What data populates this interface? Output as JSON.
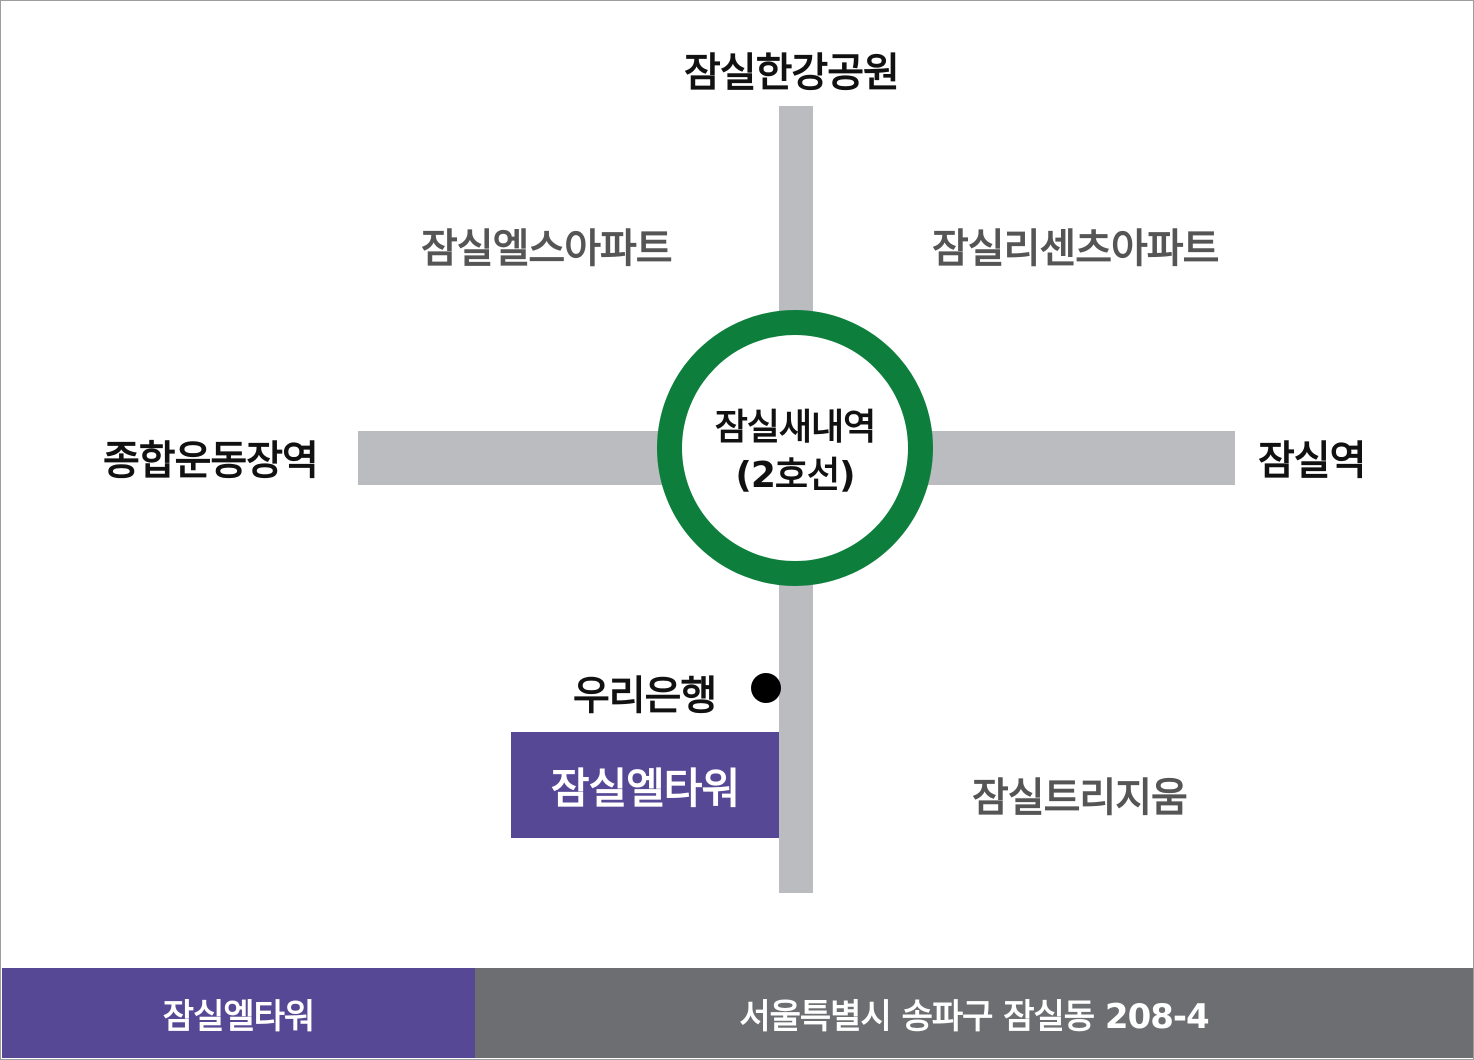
{
  "map": {
    "station": {
      "name": "잠실새내역",
      "line": "(2호선)",
      "line_color": "#0d7e3c"
    },
    "directions": {
      "north": "잠실한강공원",
      "west": "종합운동장역",
      "east": "잠실역"
    },
    "landmarks": {
      "northwest": "잠실엘스아파트",
      "northeast": "잠실리센츠아파트",
      "southeast": "잠실트리지움",
      "bank": "우리은행"
    },
    "target": {
      "name": "잠실엘타워",
      "color": "#564895"
    },
    "road_color": "#bbbcc0"
  },
  "footer": {
    "name": "잠실엘타워",
    "address": "서울특별시 송파구 잠실동 208-4",
    "name_bg": "#564895",
    "address_bg": "#6d6e71"
  }
}
